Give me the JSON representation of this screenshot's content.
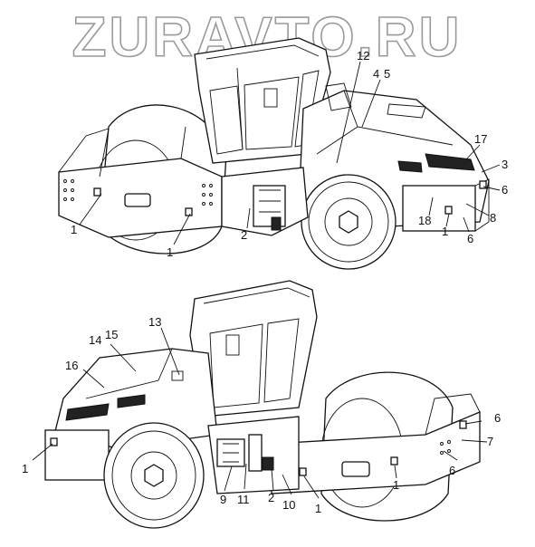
{
  "watermark": "ZURAVTO.RU",
  "callouts_top": [
    "1",
    "1",
    "2",
    "12",
    "4",
    "5",
    "17",
    "3",
    "6",
    "8",
    "6",
    "1",
    "18"
  ],
  "callouts_bottom": [
    "14",
    "15",
    "13",
    "16",
    "1",
    "9",
    "11",
    "2",
    "10",
    "1",
    "1",
    "6",
    "7",
    "6"
  ]
}
